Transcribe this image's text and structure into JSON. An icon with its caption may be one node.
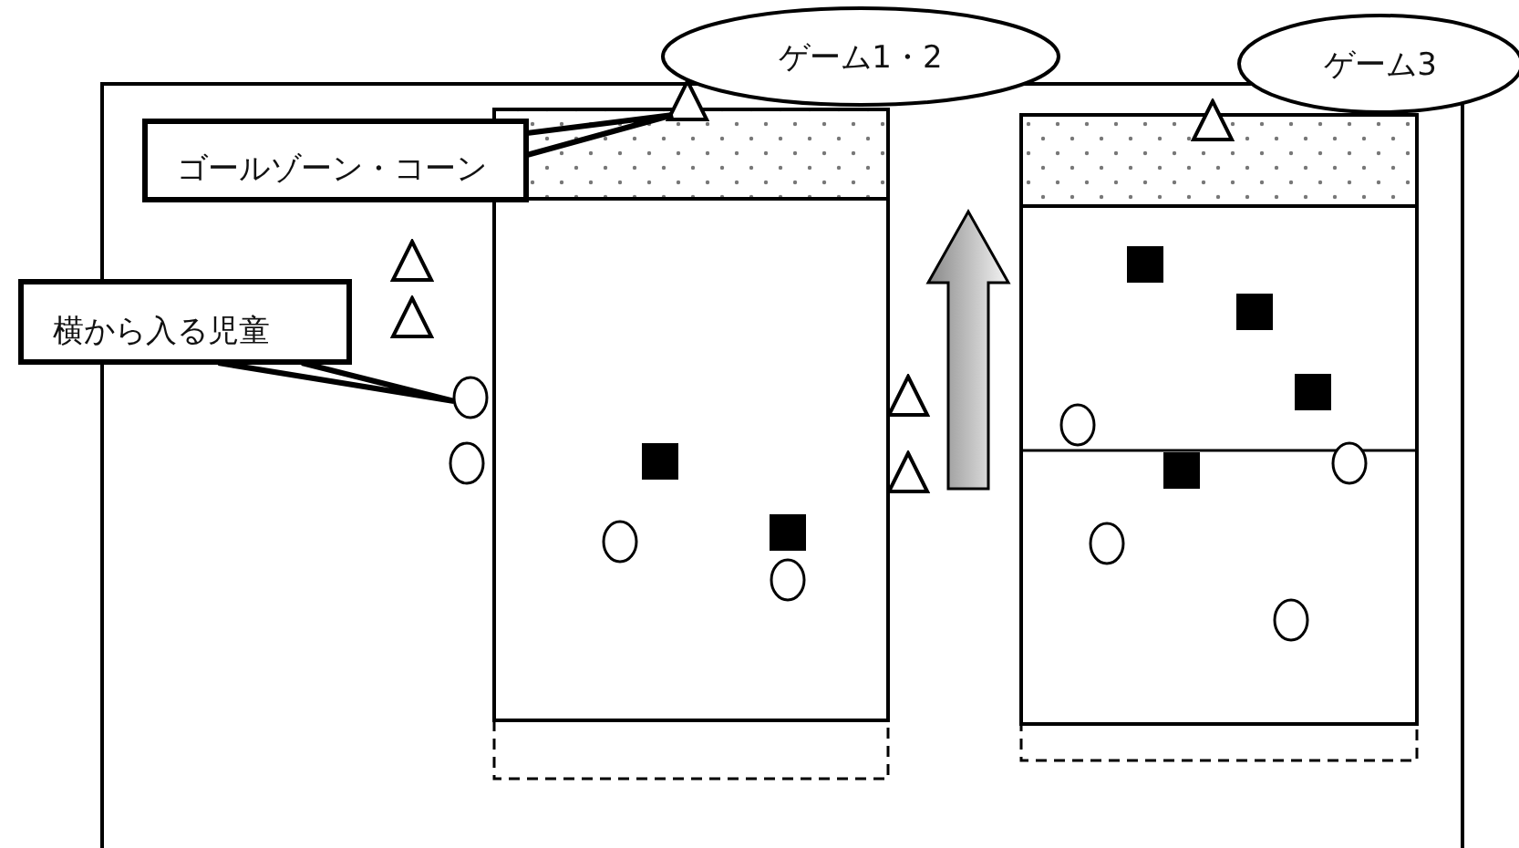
{
  "diagram": {
    "nodes": [
      {
        "text": [
          "ゲーム1・2"
        ]
      },
      {
        "text": [
          "ゲーム3"
        ]
      },
      {
        "text": [
          "ゴールゾーン・コーン"
        ]
      },
      {
        "text": [
          "横から入る児童"
        ]
      },
      {
        "text": [],
        "shape": "triangle"
      },
      {
        "text": [],
        "shape": "circle"
      },
      {
        "text": [],
        "shape": "triangle"
      },
      {
        "text": [],
        "shape": "triangle"
      },
      {
        "text": [],
        "shape": "triangle"
      },
      {
        "text": [],
        "shape": "triangle"
      },
      {
        "text": [],
        "shape": "triangle"
      },
      {
        "text": [],
        "shape": "circle"
      },
      {
        "text": [],
        "shape": "circle"
      },
      {
        "text": [],
        "shape": "circle"
      },
      {
        "text": [],
        "shape": "circle"
      },
      {
        "text": [],
        "shape": "circle"
      },
      {
        "text": [],
        "shape": "circle"
      },
      {
        "text": [],
        "shape": "circle"
      },
      {
        "text": [],
        "shape": "square"
      },
      {
        "text": [],
        "shape": "square"
      },
      {
        "text": [],
        "shape": "square"
      },
      {
        "text": [],
        "shape": "square"
      },
      {
        "text": [],
        "shape": "square"
      },
      {
        "text": [],
        "shape": "square"
      }
    ],
    "edges": [
      {
        "from": 2,
        "to": 4,
        "arrow": "none"
      },
      {
        "from": 3,
        "to": 5,
        "arrow": "none"
      }
    ]
  }
}
